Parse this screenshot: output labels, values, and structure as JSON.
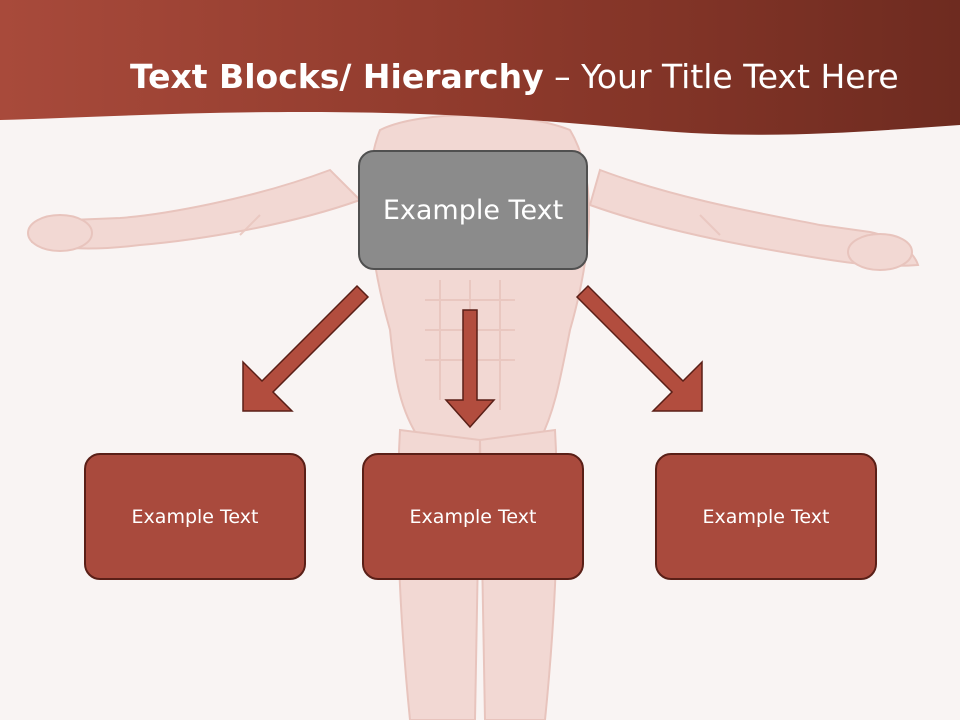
{
  "title": {
    "bold": "Text Blocks/ Hierarchy",
    "rest": " – Your Title Text Here"
  },
  "diagram": {
    "root": {
      "label": "Example Text"
    },
    "children": [
      {
        "label": "Example Text"
      },
      {
        "label": "Example Text"
      },
      {
        "label": "Example Text"
      }
    ]
  },
  "colors": {
    "header": "#8f3a2c",
    "box_fill": "#a94a3d",
    "root_fill": "#8b8b8b",
    "arrow": "#a94a3d"
  }
}
